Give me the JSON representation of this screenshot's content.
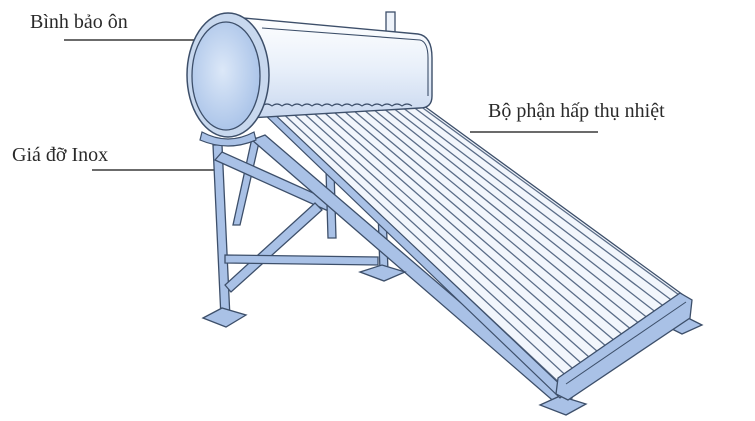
{
  "diagram": {
    "subject": "solar water heater",
    "labels": {
      "tank": "Bình bảo ôn",
      "absorber": "Bộ phận hấp thụ nhiệt",
      "stand": "Giá đỡ Inox"
    },
    "colors": {
      "outline": "#3d4f6a",
      "steel_fill": "#a9c1e6",
      "light_fill": "#dfe8f6",
      "tube_fill": "#f2f6fc",
      "leader_line": "#3a3a3a",
      "text": "#2a2a2a"
    },
    "tube_count": 16
  }
}
